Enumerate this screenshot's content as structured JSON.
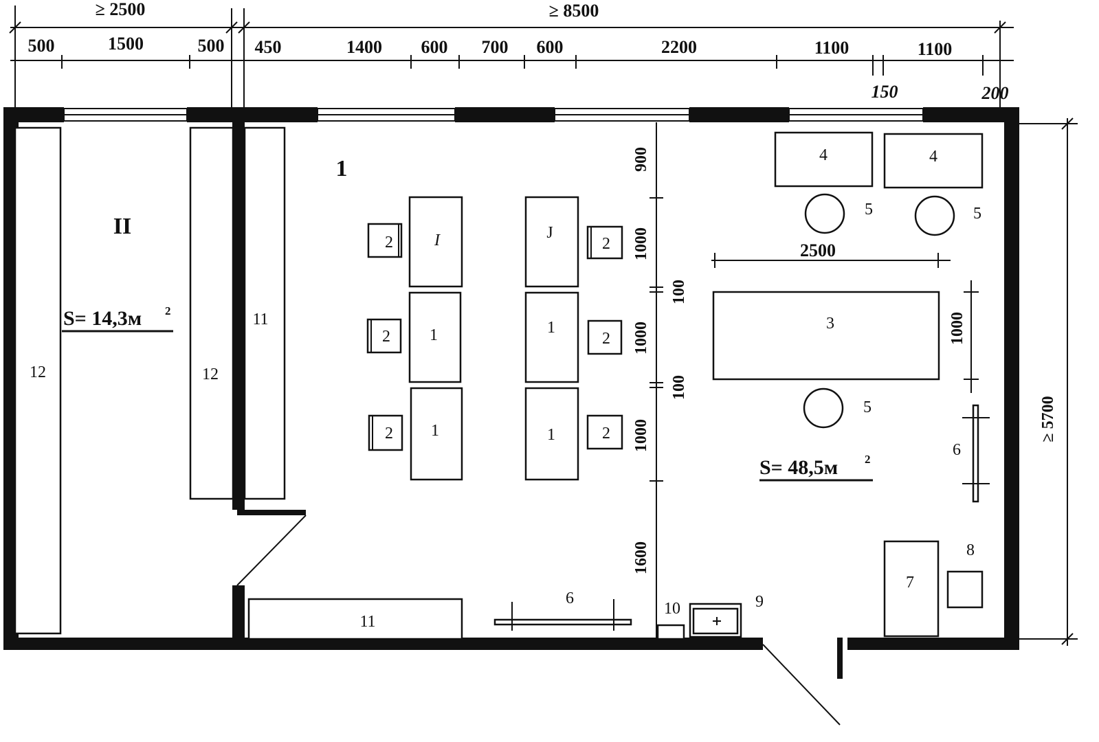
{
  "top_dims": {
    "total_left": "≥ 2500",
    "total_right": "≥ 8500",
    "segments": [
      "500",
      "1500",
      "500",
      "450",
      "1400",
      "600",
      "700",
      "600",
      "2200",
      "1100",
      "1100"
    ],
    "small_150": "150",
    "small_200": "200"
  },
  "vertical_dims": [
    "900",
    "1000",
    "100",
    "1000",
    "100",
    "1000",
    "1600"
  ],
  "table_dims": {
    "width": "2500",
    "height": "1000"
  },
  "right_dim": "≥ 5700",
  "rooms": {
    "room_1": {
      "label": "1",
      "area": "S= 48,5м",
      "sup": "2"
    },
    "room_2": {
      "label": "II",
      "area": "S= 14,3м",
      "sup": "2"
    }
  },
  "labels": {
    "desk": "1",
    "desk_alt_1": "I",
    "desk_alt_2": "J",
    "chair": "2",
    "table": "3",
    "cabinet": "4",
    "stool": "5",
    "board": "6",
    "item_7": "7",
    "item_8": "8",
    "sink": "9",
    "item_10": "10",
    "shelf": "11",
    "locker": "12"
  }
}
